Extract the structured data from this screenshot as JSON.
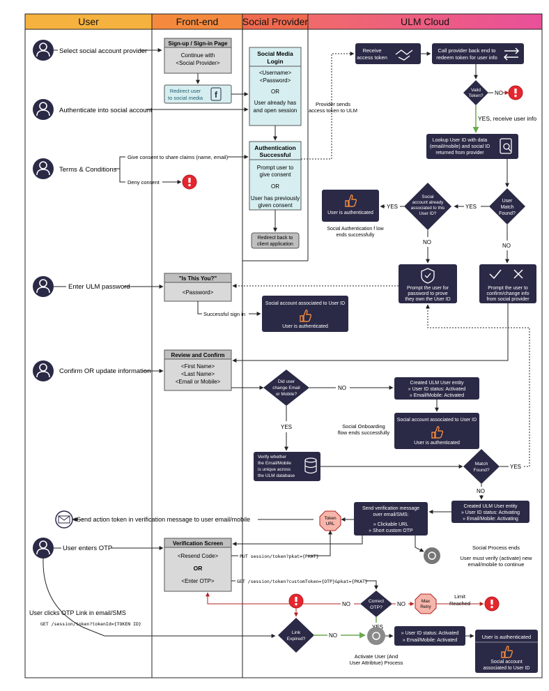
{
  "lanes": {
    "user": "User",
    "frontend": "Front-end",
    "social": "Social Provider",
    "cloud": "ULM Cloud"
  },
  "colors": {
    "lane_user": "#f6b23e",
    "lane_frontend": "#f58a3e",
    "lane_social": "#f06a50",
    "lane_cloud_start": "#f16a6a",
    "lane_cloud_end": "#e9509a",
    "dark_box": "#2a2946",
    "gray_box": "#bfbfbf",
    "cyan_box": "#d6eef0",
    "alert": "#e6262e",
    "green_line": "#6aa84f",
    "red_line": "#b22222",
    "thumbs": "#f08a3c"
  },
  "user_steps": {
    "select_provider": "Select social account provider",
    "authenticate": "Authenticate into social account",
    "terms": "Terms & Conditions",
    "give_consent": "Give consent to share claims (name, email)",
    "deny_consent": "Deny consent",
    "enter_password": "Enter ULM password",
    "confirm_update": "Confirm OR update information",
    "send_action_token": "Send action token in verification message to user email/mobile",
    "enters_otp": "User enters OTP",
    "clicks_link": "User clicks OTP Link in email/SMS",
    "get_token_url": "GET /session/token?tokenId={TOKEN ID}"
  },
  "frontend": {
    "signup_title": "Sign-up / Sign-in Page",
    "signup_line1": "Continue with",
    "signup_line2": "<Social Provider>",
    "redirect_line1": "Redirect user",
    "redirect_line2": "to social media",
    "is_this_you_title": "\"Is This You?\"",
    "password_field": "<Password>",
    "successful_sign_in": "Successful sign in",
    "review_title": "Review and Confirm",
    "first_name": "<First Name>",
    "last_name": "<Last Name>",
    "email_mobile": "<Email or Mobile>",
    "verification_title": "Verification Screen",
    "resend_code": "<Resend Code>",
    "or": "OR",
    "enter_otp": "<Enter OTP>",
    "put_request": "PUT session/token?pkat={PKAT}",
    "get_request": "GET /session/token?customToken={OTP}&pkat={PKAT}"
  },
  "social": {
    "login_title_1": "Social Media",
    "login_title_2": "Login",
    "username": "<Username>",
    "password": "<Password>",
    "or": "OR",
    "session_1": "User already has",
    "session_2": "and open session",
    "auth_title_1": "Authentication",
    "auth_title_2": "Successful",
    "prompt_1": "Prompt user to",
    "prompt_2": "give consent",
    "or2": "OR",
    "prev_1": "User has previously",
    "prev_2": "given consent",
    "redirect_back_1": "Redirect back to",
    "redirect_back_2": "client application"
  },
  "cloud": {
    "provider_sends_1": "Provider sends",
    "provider_sends_2": "access token to ULM",
    "receive_token_1": "Receive",
    "receive_token_2": "access token",
    "call_provider_1": "Call provider back end to",
    "call_provider_2": "redeem token for user info",
    "valid_token_1": "Valid",
    "valid_token_2": "Token?",
    "no": "NO",
    "yes": "YES",
    "yes_receive": "YES, receive user info",
    "lookup_1": "Lookup User ID with data",
    "lookup_2": "(email/mobile) and social ID",
    "lookup_3": "returned from provider",
    "user_match_1": "User",
    "user_match_2": "Match",
    "user_match_3": "Found?",
    "social_assoc_1": "Social",
    "social_assoc_2": "account already",
    "social_assoc_3": "associated to this",
    "social_assoc_4": "User ID?",
    "user_authenticated": "User is authenticated",
    "social_auth_ends_1": "Social Authentication f low",
    "social_auth_ends_2": "ends successfully",
    "prove_1": "Prompt the user for",
    "prove_2": "password to prove",
    "prove_3": "they own the User ID",
    "confirm_change_1": "Prompt the user to",
    "confirm_change_2": "confirm/change info",
    "confirm_change_3": "from social provider",
    "assoc_box_title": "Social account associated to User ID",
    "did_change_1": "Did user",
    "did_change_2": "change Email",
    "did_change_3": "or Mobile?",
    "created_act_1": "Created ULM User entity",
    "created_act_2": "» User ID status: Activated",
    "created_act_3": "» Email/Mobile: Activated",
    "onboarding_1": "Social Onboarding",
    "onboarding_2": "flow ends successfully",
    "verify_unique_1": "Verify whether",
    "verify_unique_2": "the Email/Mobile",
    "verify_unique_3": "is unique across",
    "verify_unique_4": "the ULM database",
    "match_found_1": "Match",
    "match_found_2": "Found?",
    "created_pending_1": "Created ULM User entity",
    "created_pending_2": "» User ID status: Activating",
    "created_pending_3": "» Email/Mobile: Activating",
    "send_verif_1": "Send verification message",
    "send_verif_2": "over email/SMS:",
    "send_verif_3": "» Clickable URL",
    "send_verif_4": "» Short custom OTP",
    "token_url_1": "Token",
    "token_url_2": "URL",
    "process_ends": "Social Process ends",
    "must_verify_1": "User must verify (activate) new",
    "must_verify_2": "email/mobile to continue",
    "correct_otp_1": "Correct",
    "correct_otp_2": "OTP?",
    "max_retry_1": "Max",
    "max_retry_2": "Retry",
    "limit_1": "Limit",
    "limit_2": "Reached",
    "link_expired_1": "Link",
    "link_expired_2": "Expired?",
    "activate_1": "Activate User (And",
    "activate_2": "User Attribtue) Process",
    "final_act_1": "» User ID status: Activated",
    "final_act_2": "» Email/Mobile: Activated",
    "final_auth_1": "Social account",
    "final_auth_2": "associated to User ID"
  }
}
